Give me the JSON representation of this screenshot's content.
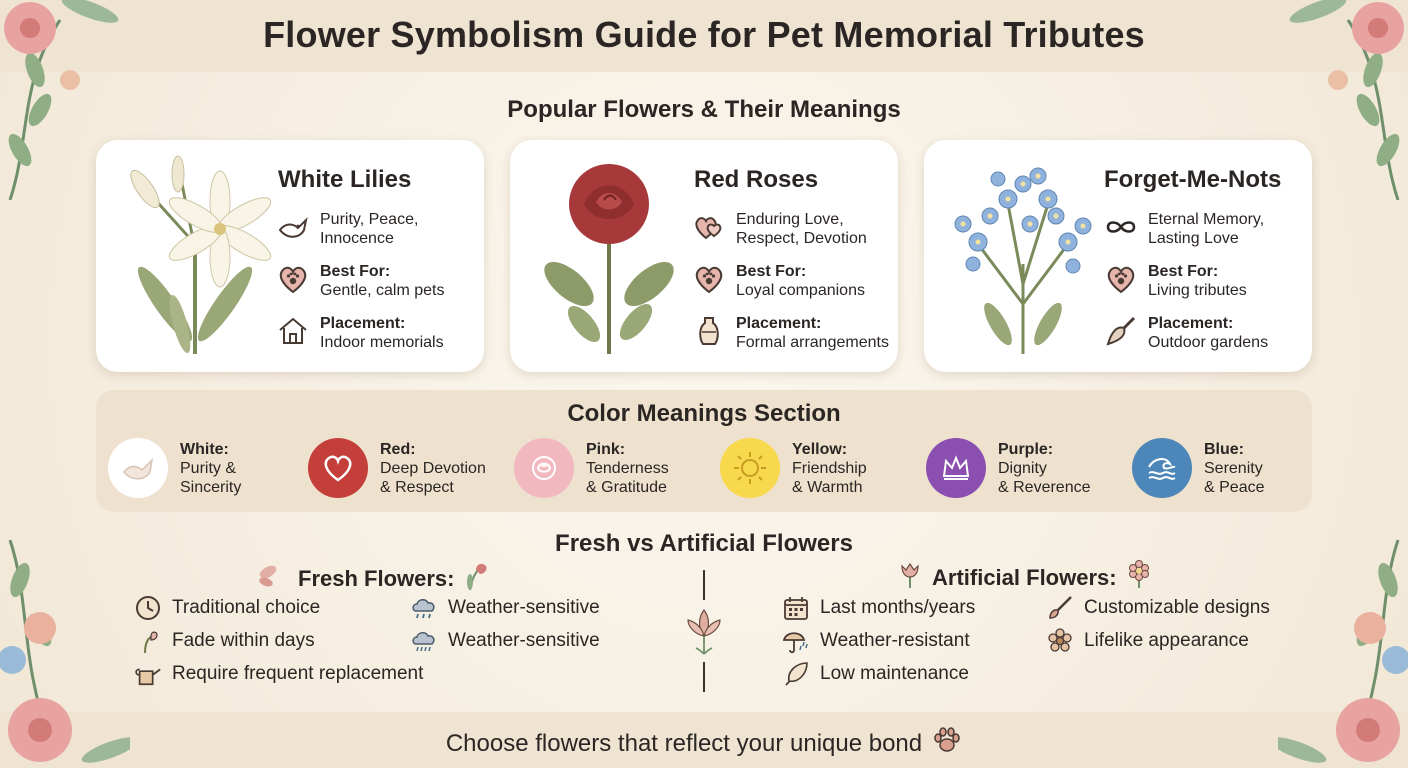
{
  "title": "Flower Symbolism Guide for Pet Memorial Tributes",
  "subtitle": "Popular Flowers & Their Meanings",
  "cards": [
    {
      "name": "White Lilies",
      "meaning": "Purity, Peace,\nInnocence",
      "best_label": "Best For:",
      "best": "Gentle, calm pets",
      "place_label": "Placement:",
      "place": "Indoor memorials",
      "icons": [
        "dove-icon",
        "heart-paw-icon",
        "house-icon"
      ]
    },
    {
      "name": "Red Roses",
      "meaning": "Enduring Love,\nRespect, Devotion",
      "best_label": "Best For:",
      "best": "Loyal companions",
      "place_label": "Placement:",
      "place": "Formal arrangements",
      "icons": [
        "two-hearts-icon",
        "heart-paw-icon",
        "vase-icon"
      ]
    },
    {
      "name": "Forget-Me-Nots",
      "meaning": "Eternal Memory,\nLasting Love",
      "best_label": "Best For:",
      "best": "Living tributes",
      "place_label": "Placement:",
      "place": "Outdoor gardens",
      "icons": [
        "infinity-icon",
        "heart-paw-icon",
        "trowel-icon"
      ]
    }
  ],
  "color_section": {
    "title": "Color Meanings Section",
    "items": [
      {
        "label": "White:",
        "line1": "Purity &",
        "line2": "Sincerity",
        "color": "#ffffff",
        "icon": "dove-icon"
      },
      {
        "label": "Red:",
        "line1": "Deep Devotion",
        "line2": "& Respect",
        "color": "#c43f3a",
        "icon": "heart-icon"
      },
      {
        "label": "Pink:",
        "line1": "Tenderness",
        "line2": "& Gratitude",
        "color": "#f2b8c0",
        "icon": "rose-icon"
      },
      {
        "label": "Yellow:",
        "line1": "Friendship",
        "line2": "& Warmth",
        "color": "#f8d94e",
        "icon": "sun-icon"
      },
      {
        "label": "Purple:",
        "line1": "Dignity",
        "line2": "& Reverence",
        "color": "#8a4fb0",
        "icon": "crown-icon"
      },
      {
        "label": "Blue:",
        "line1": "Serenity",
        "line2": "& Peace",
        "color": "#4d86b8",
        "icon": "wave-icon"
      }
    ]
  },
  "fresh_vs": {
    "title": "Fresh vs Artificial Flowers",
    "fresh": {
      "title": "Fresh Flowers:",
      "items": [
        {
          "text": "Traditional choice",
          "icon": "clock-icon"
        },
        {
          "text": "Weather-sensitive",
          "icon": "rain-cloud-icon"
        },
        {
          "text": "Fade within days",
          "icon": "wilted-flower-icon"
        },
        {
          "text": "Weather-sensitive",
          "icon": "rain-cloud-icon"
        },
        {
          "text": "Require frequent replacement",
          "icon": "watering-can-icon"
        }
      ]
    },
    "artificial": {
      "title": "Artificial Flowers:",
      "items": [
        {
          "text": "Last months/years",
          "icon": "calendar-icon"
        },
        {
          "text": "Customizable designs",
          "icon": "brush-icon"
        },
        {
          "text": "Weather-resistant",
          "icon": "umbrella-icon"
        },
        {
          "text": "Lifelike appearance",
          "icon": "daisy-icon"
        },
        {
          "text": "Low maintenance",
          "icon": "feather-icon"
        }
      ]
    }
  },
  "footer": "Choose flowers that reflect your unique bond"
}
